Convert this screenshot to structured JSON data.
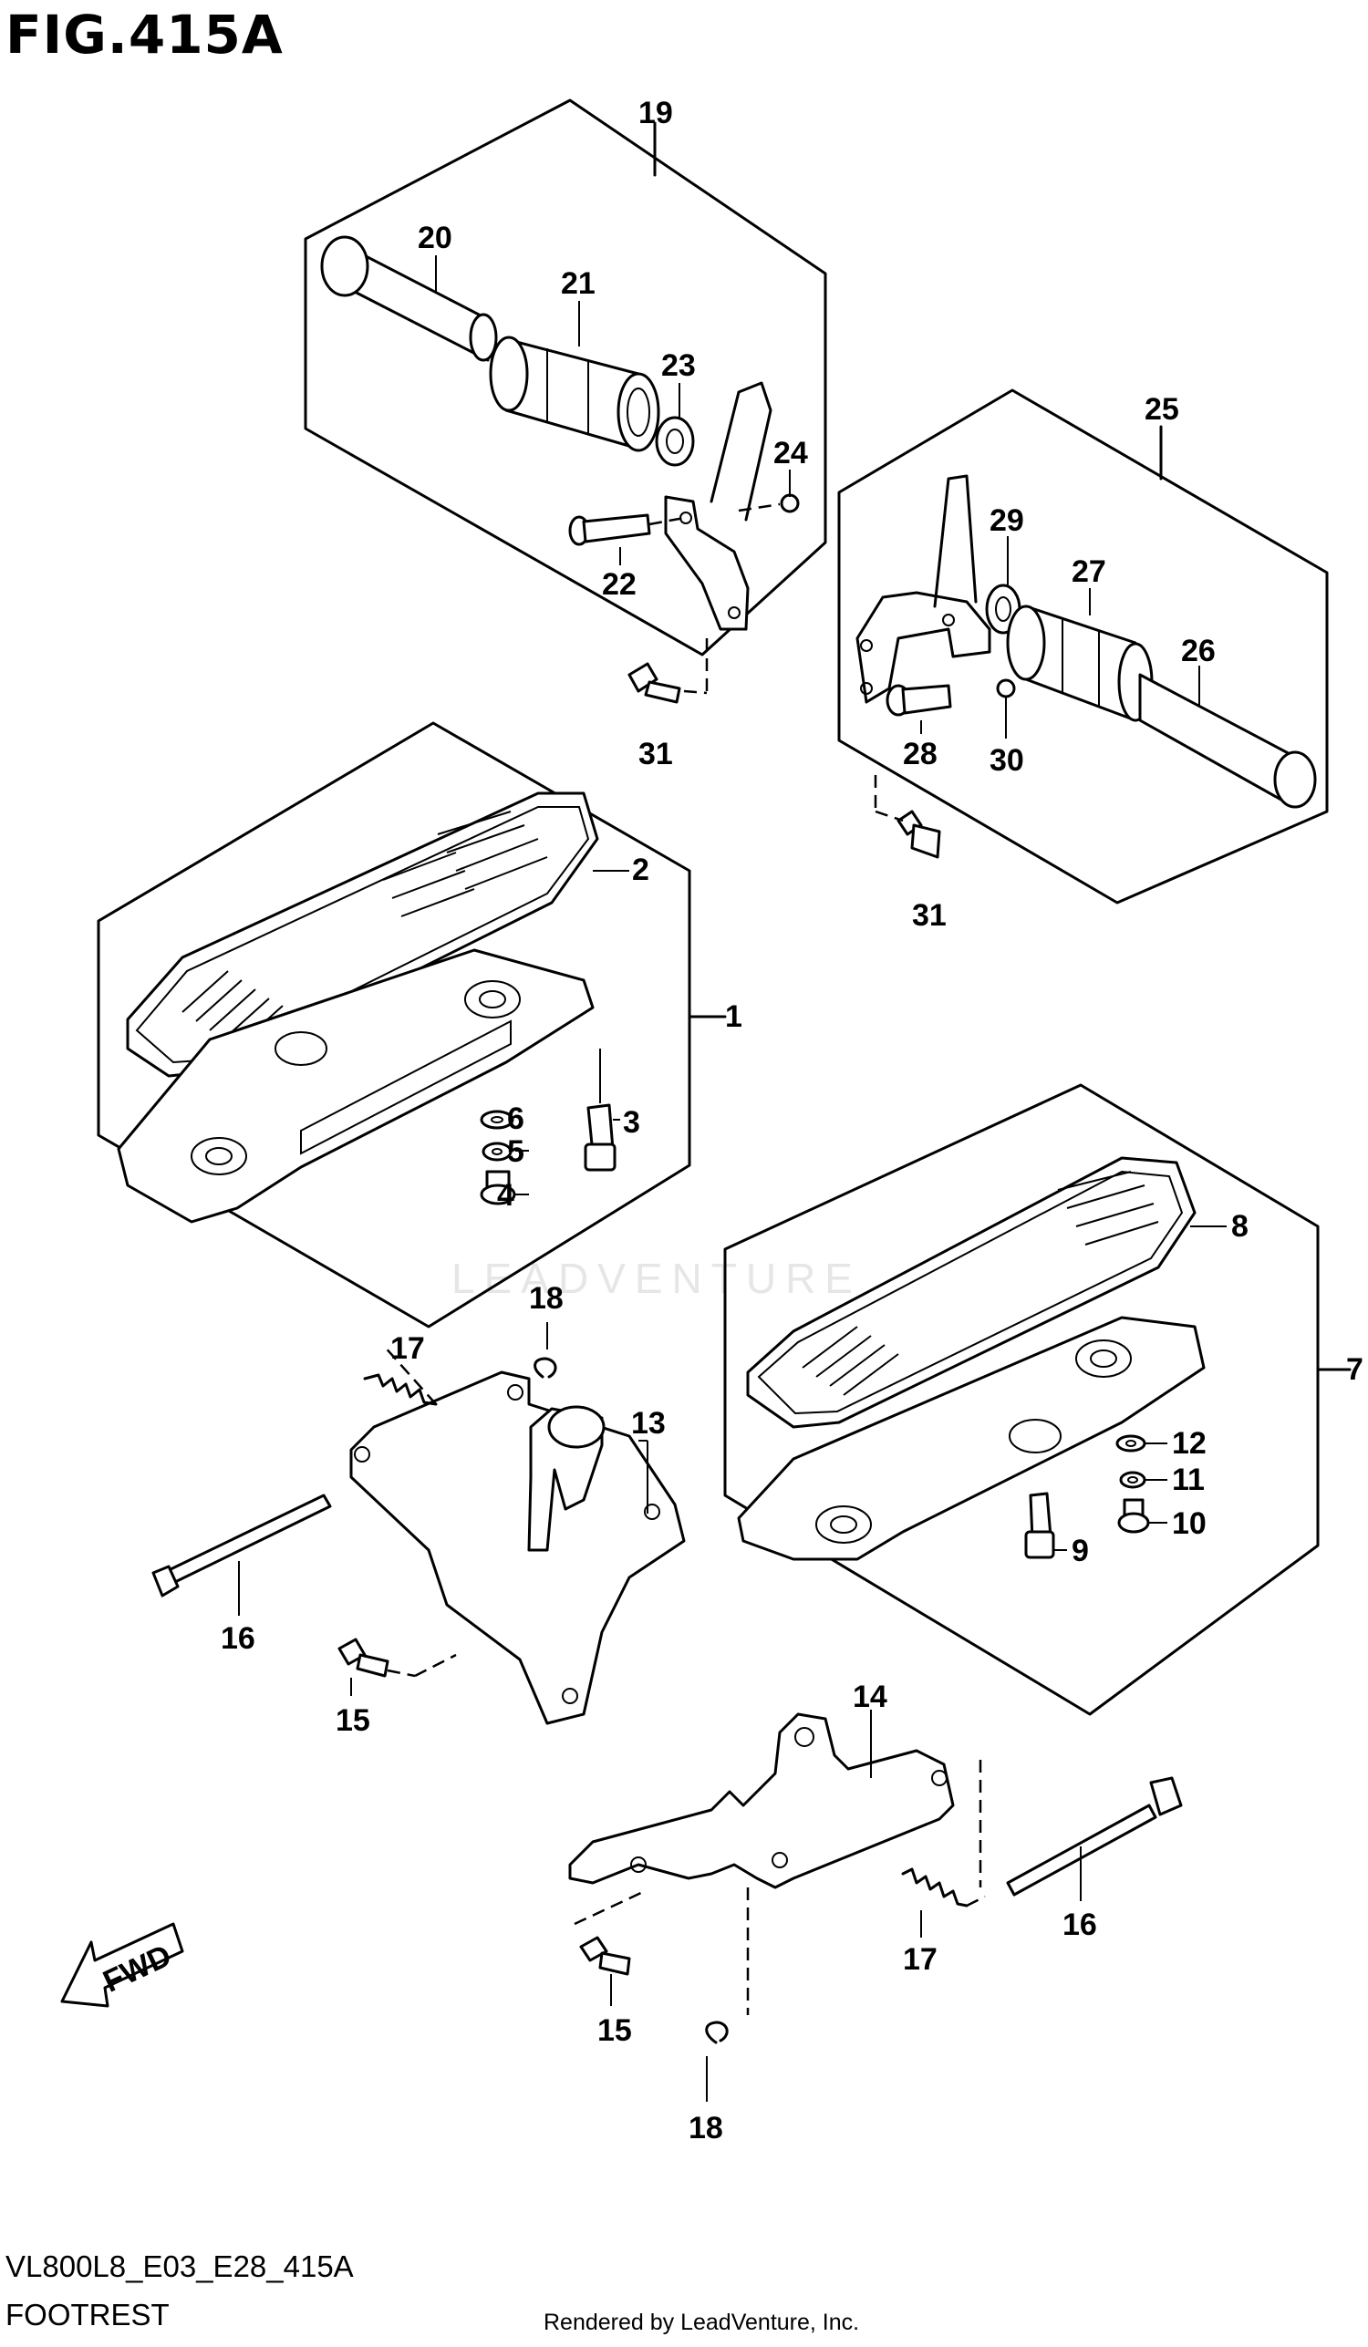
{
  "figure": {
    "title": "FIG.415A",
    "code": "VL800L8_E03_E28_415A",
    "name": "FOOTREST",
    "credit": "Rendered by LeadVenture, Inc.",
    "watermark": "LEADVENTURE",
    "fwd_label": "FWD"
  },
  "callouts": [
    {
      "id": "c1",
      "label": "1"
    },
    {
      "id": "c2",
      "label": "2"
    },
    {
      "id": "c3",
      "label": "3"
    },
    {
      "id": "c4",
      "label": "4"
    },
    {
      "id": "c5",
      "label": "5"
    },
    {
      "id": "c6",
      "label": "6"
    },
    {
      "id": "c7",
      "label": "7"
    },
    {
      "id": "c8",
      "label": "8"
    },
    {
      "id": "c9",
      "label": "9"
    },
    {
      "id": "c10",
      "label": "10"
    },
    {
      "id": "c11",
      "label": "11"
    },
    {
      "id": "c12",
      "label": "12"
    },
    {
      "id": "c13",
      "label": "13"
    },
    {
      "id": "c14",
      "label": "14"
    },
    {
      "id": "c15a",
      "label": "15"
    },
    {
      "id": "c15b",
      "label": "15"
    },
    {
      "id": "c16a",
      "label": "16"
    },
    {
      "id": "c16b",
      "label": "16"
    },
    {
      "id": "c17a",
      "label": "17"
    },
    {
      "id": "c17b",
      "label": "17"
    },
    {
      "id": "c18a",
      "label": "18"
    },
    {
      "id": "c18b",
      "label": "18"
    },
    {
      "id": "c19",
      "label": "19"
    },
    {
      "id": "c20",
      "label": "20"
    },
    {
      "id": "c21",
      "label": "21"
    },
    {
      "id": "c22",
      "label": "22"
    },
    {
      "id": "c23",
      "label": "23"
    },
    {
      "id": "c24",
      "label": "24"
    },
    {
      "id": "c25",
      "label": "25"
    },
    {
      "id": "c26",
      "label": "26"
    },
    {
      "id": "c27",
      "label": "27"
    },
    {
      "id": "c28",
      "label": "28"
    },
    {
      "id": "c29",
      "label": "29"
    },
    {
      "id": "c30",
      "label": "30"
    },
    {
      "id": "c31a",
      "label": "31"
    },
    {
      "id": "c31b",
      "label": "31"
    }
  ]
}
